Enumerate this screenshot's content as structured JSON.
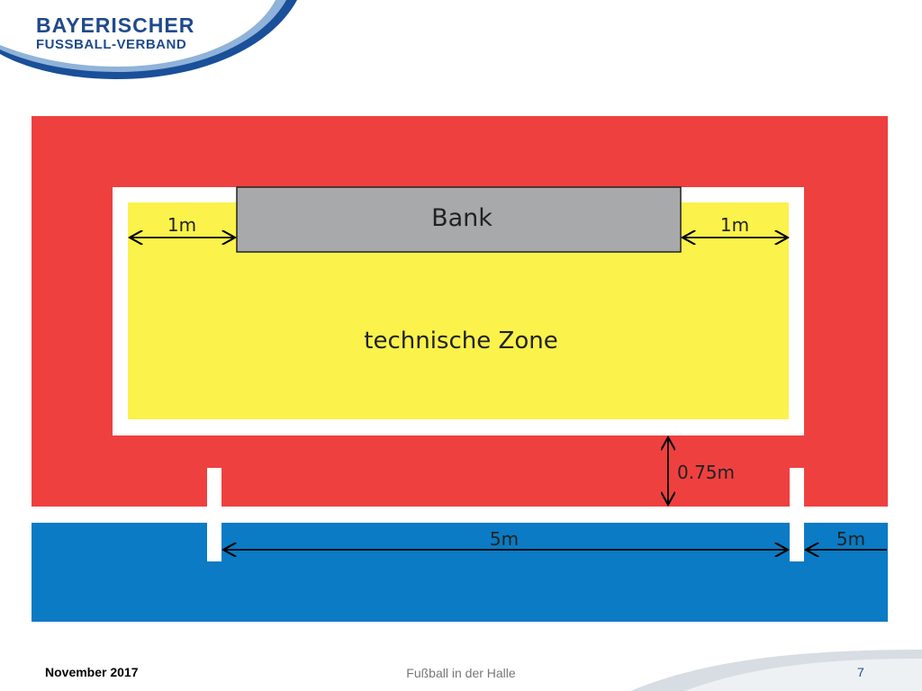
{
  "logo": {
    "line1": "BAYERISCHER",
    "line2": "FUSSBALL-VERBAND"
  },
  "diagram": {
    "bench_label": "Bank",
    "zone_label": "technische Zone",
    "left_gap_label": "1m",
    "right_gap_label": "1m",
    "vertical_gap_label": "0.75m",
    "span_label": "5m",
    "right_span_label": "5m"
  },
  "colors": {
    "outer_red": "#ef4040",
    "zone_yellow": "#fbf24b",
    "bench_gray": "#a8a9ab",
    "field_blue": "#0a7bc4",
    "logo_blue": "#1f4a8c"
  },
  "footer": {
    "date": "November 2017",
    "title": "Fußball in der Halle",
    "page": "7"
  }
}
